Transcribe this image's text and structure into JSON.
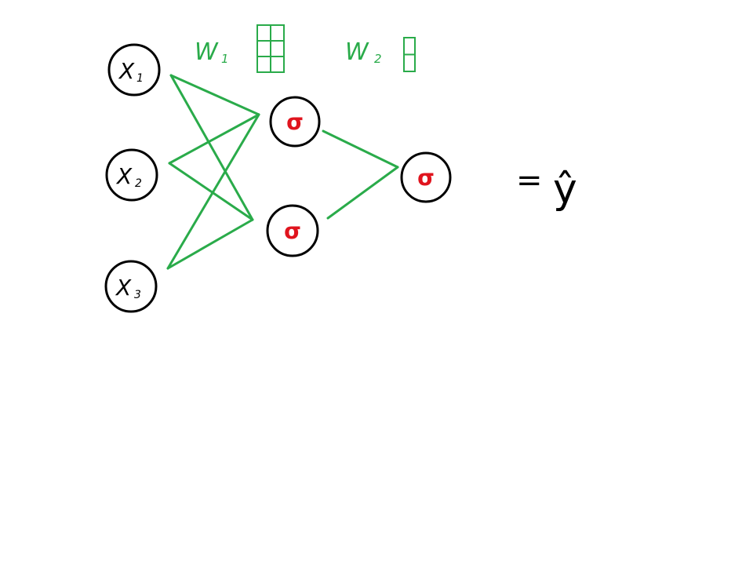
{
  "diagram": {
    "colors": {
      "edge": "#2aab4a",
      "node_outline": "#000000",
      "activation": "#e0141e",
      "text": "#000000",
      "weight_label": "#2aab4a"
    },
    "inputs": [
      {
        "label": "X",
        "sub": "1"
      },
      {
        "label": "X",
        "sub": "2"
      },
      {
        "label": "X",
        "sub": "3"
      }
    ],
    "hidden": [
      {
        "symbol": "σ"
      },
      {
        "symbol": "σ"
      }
    ],
    "output": {
      "symbol": "σ"
    },
    "weights": [
      {
        "label": "W",
        "sub": "1",
        "matrix_rows": 3,
        "matrix_cols": 2,
        "icon": "weight-matrix-icon"
      },
      {
        "label": "W",
        "sub": "2",
        "matrix_rows": 2,
        "matrix_cols": 1,
        "icon": "weight-matrix-icon"
      }
    ],
    "result": {
      "equals": "=",
      "symbol": "ŷ"
    }
  }
}
